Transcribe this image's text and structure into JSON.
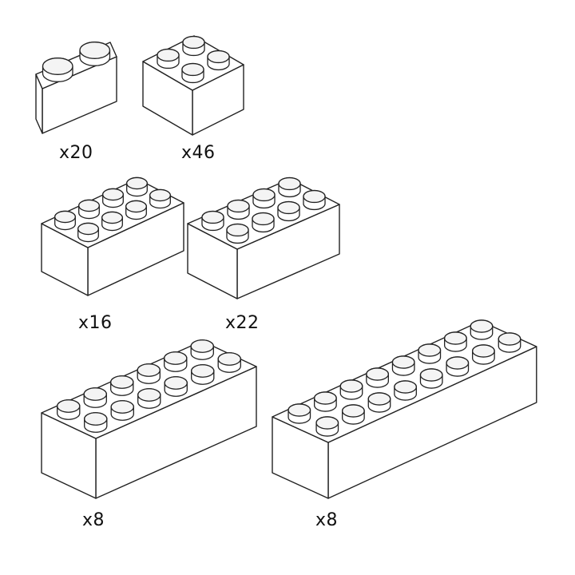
{
  "colors": {
    "outline": "#222222",
    "face": "#ffffff",
    "stud_top": "#f4f4f4"
  },
  "bricks": [
    {
      "id": "brick-1x2",
      "name": "brick-1x2-icon",
      "studs_long": 2,
      "studs_wide": 1,
      "quantity": "x20"
    },
    {
      "id": "brick-2x2",
      "name": "brick-2x2-icon",
      "studs_long": 2,
      "studs_wide": 2,
      "quantity": "x46"
    },
    {
      "id": "brick-2x4-a",
      "name": "brick-2x4-icon",
      "studs_long": 4,
      "studs_wide": 2,
      "quantity": "x16"
    },
    {
      "id": "brick-2x4-b",
      "name": "brick-2x4-icon",
      "studs_long": 4,
      "studs_wide": 2,
      "quantity": "x22"
    },
    {
      "id": "brick-2x6",
      "name": "brick-2x6-icon",
      "studs_long": 6,
      "studs_wide": 2,
      "quantity": "x8"
    },
    {
      "id": "brick-2x8",
      "name": "brick-2x8-icon",
      "studs_long": 8,
      "studs_wide": 2,
      "quantity": "x8"
    }
  ]
}
